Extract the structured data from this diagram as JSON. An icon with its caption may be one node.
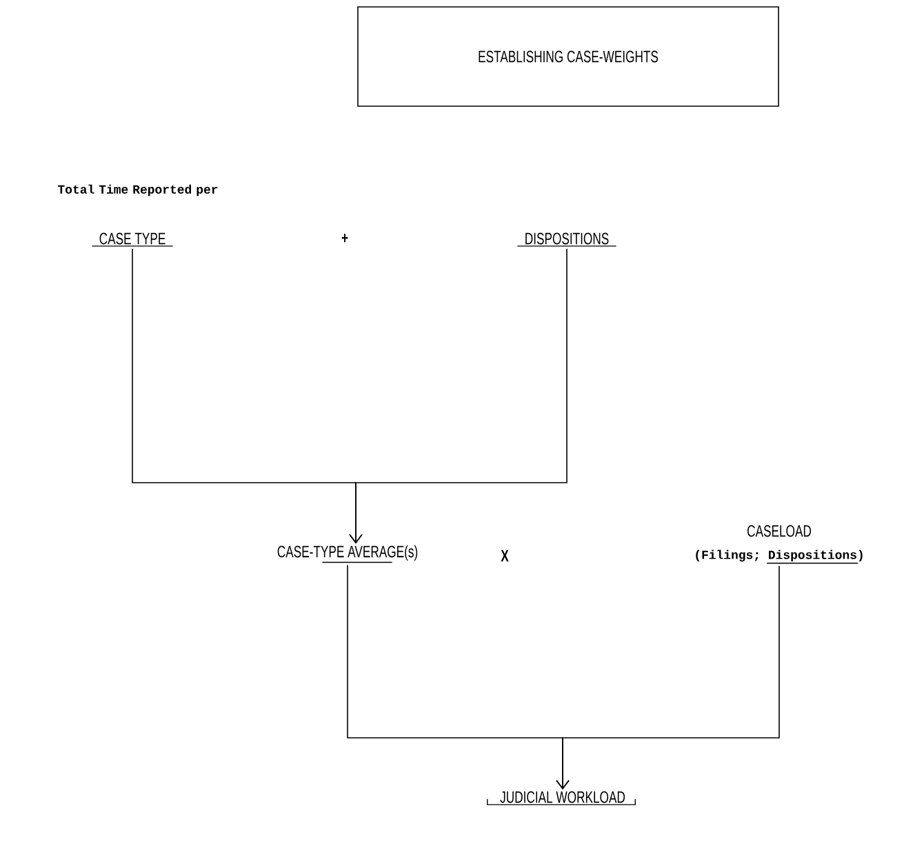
{
  "diagram": {
    "title": "ESTABLISHING CASE-WEIGHTS",
    "nodes": [
      {
        "text": [
          "Total Time Reported per",
          "CASE TYPE"
        ]
      },
      {
        "text": [
          "DISPOSITIONS"
        ]
      },
      {
        "text": [
          "CASE-TYPE AVERAGE(s)"
        ]
      },
      {
        "text": [
          "CASELOAD",
          "(Filings; Dispositions)"
        ]
      },
      {
        "text": [
          "JUDICIAL WORKLOAD"
        ]
      }
    ],
    "edges": [
      {
        "from": 0,
        "to": 2,
        "arrow": "to"
      },
      {
        "from": 1,
        "to": 2,
        "arrow": "to"
      },
      {
        "from": 2,
        "to": 4,
        "arrow": "to"
      },
      {
        "from": 3,
        "to": 4,
        "arrow": "to"
      }
    ],
    "labels": [
      "+",
      "X"
    ]
  }
}
